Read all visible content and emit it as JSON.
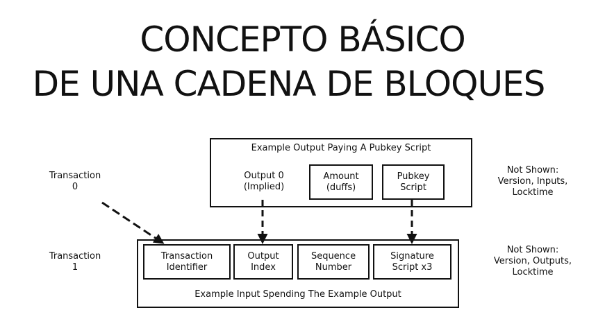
{
  "title": {
    "line1": "CONCEPTO BÁSICO",
    "line2": "DE UNA CADENA DE BLOQUES"
  },
  "transactions": {
    "tx0": {
      "line1": "Transaction",
      "line2": "0"
    },
    "tx1": {
      "line1": "Transaction",
      "line2": "1"
    }
  },
  "output_box": {
    "caption": "Example Output Paying A Pubkey Script",
    "implied": {
      "line1": "Output 0",
      "line2": "(Implied)"
    },
    "amount": {
      "line1": "Amount",
      "line2": "(duffs)"
    },
    "pubkey": {
      "line1": "Pubkey",
      "line2": "Script"
    }
  },
  "input_box": {
    "caption": "Example Input Spending The Example Output",
    "txid": {
      "line1": "Transaction",
      "line2": "Identifier"
    },
    "index": {
      "line1": "Output",
      "line2": "Index"
    },
    "sequence": {
      "line1": "Sequence",
      "line2": "Number"
    },
    "signature": {
      "line1": "Signature",
      "line2": "Script x3"
    }
  },
  "not_shown_output": {
    "line1": "Not Shown:",
    "line2": "Version, Inputs,",
    "line3": "Locktime"
  },
  "not_shown_input": {
    "line1": "Not Shown:",
    "line2": "Version, Outputs,",
    "line3": "Locktime"
  }
}
